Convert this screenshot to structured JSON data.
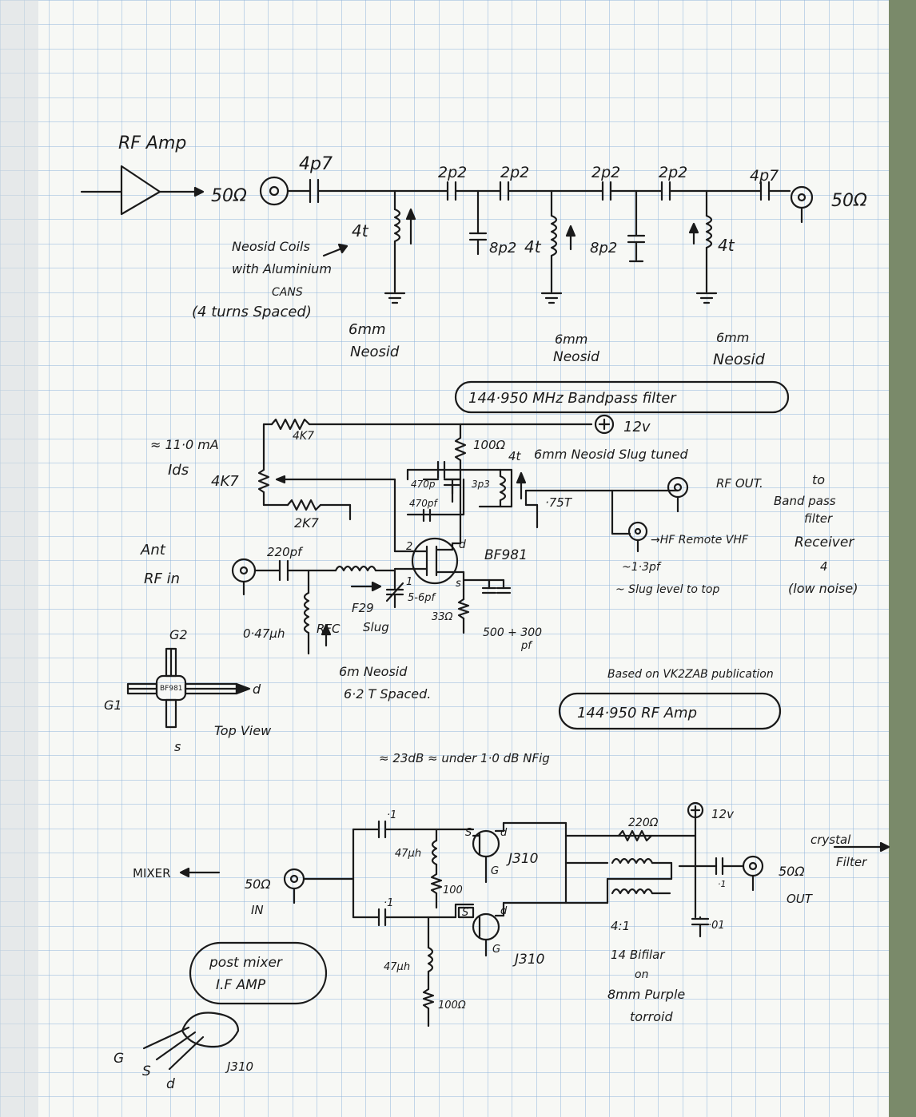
{
  "texts": {
    "rf_amp_title": "RF Amp",
    "bp_in_cap": "4p7",
    "bp_in_imp": "50Ω",
    "bp_cap_2p2_a": "2p2",
    "bp_cap_2p2_b": "2p2",
    "bp_cap_2p2_c": "2p2",
    "bp_cap_2p2_d": "2p2",
    "bp_out_cap": "4p7",
    "bp_out_imp": "50Ω",
    "coil1": "4t",
    "coil2": "4t",
    "coil3": "4t",
    "shunt_cap_1": "8p2",
    "shunt_cap_2": "8p2",
    "neosid_note_1": "Neosid Coils",
    "neosid_note_2": "with Aluminium",
    "neosid_note_3": "CANS",
    "neosid_note_4": "(4 turns Spaced)",
    "coil1_size": "6mm",
    "coil1_type": "Neosid",
    "coil2_size": "6mm",
    "coil2_type": "Neosid",
    "coil3_size": "6mm",
    "coil3_type": "Neosid",
    "bp_caption": "144·950 MHz Bandpass filter",
    "rfamp_12v": "12v",
    "r_4k7_top": "4K7",
    "ids_current": "≈ 11·0 mA",
    "ids_label": "Ids",
    "pot_4k7": "4K7",
    "r_2k7": "2K7",
    "r_100": "100Ω",
    "coil_tuned": "4t",
    "coil_tuned_note": "6mm Neosid Slug tuned",
    "c_470p_a": "470p",
    "c_3p3": "3p3",
    "c_470pf_b": "470pf",
    "tap_75t": "·75T",
    "rf_out": "RF OUT.",
    "to_label": "to",
    "bandpass_label": "Band pass",
    "filter_label": "filter",
    "hf_remote": "→HF Remote VHF",
    "receiver": "Receiver",
    "ant_label": "Ant",
    "rf_in_label": "RF in",
    "c_220pf": "220pf",
    "bf981": "BF981",
    "g2_pin": "2",
    "g1_pin": "1",
    "d_pin": "d",
    "s_pin": "s",
    "trimmer": "F29",
    "trimmer_val": "5-6pf",
    "slug_label": "Slug",
    "r_33": "33Ω",
    "c_500_300": "500 + 300",
    "c_pf": "pf",
    "rfc_val": "0·47μh",
    "rfc_label": "RFC",
    "coil_6m": "6m Neosid",
    "coil_62t": "6·2 T Spaced.",
    "c_13pf": "~1·3pf",
    "slug_level": "~ Slug level to top",
    "four": "4",
    "low_noise": "(low noise)",
    "pinout_g2": "G2",
    "pinout_g1": "G1",
    "pinout_chip": "BF981",
    "pinout_d": "d",
    "pinout_s": "s",
    "top_view": "Top View",
    "based_on": "Based on VK2ZAB publication",
    "rf_amp_caption": "144·950 RF Amp",
    "gain_note": "≈ 23dB ≈ under 1·0 dB NFig",
    "if_cap_top": "·1",
    "if_cap_bot": "·1",
    "if_ind_a": "47μh",
    "if_ind_b": "47μh",
    "if_r_a": "100",
    "if_r_b": "100Ω",
    "j310_a": "J310",
    "j310_b": "J310",
    "j_s_a": "S",
    "j_d_a": "d",
    "j_g_a": "G",
    "j_s_b": "S",
    "j_d_b": "d",
    "j_g_b": "G",
    "if_r_220": "220Ω",
    "if_12v": "12v",
    "if_c_01": "·1",
    "if_c_001": "·01",
    "if_out_imp": "50Ω",
    "if_out": "OUT",
    "crystal": "crystal",
    "filter_lbl": "Filter",
    "mixer": "MIXER",
    "if_in_imp": "50Ω",
    "if_in": "IN",
    "xfmr_ratio": "4:1",
    "xfmr_turns": "14 Bifilar",
    "xfmr_on": "on",
    "xfmr_core": "8mm Purple",
    "xfmr_toroid": "torroid",
    "post_mixer_1": "post mixer",
    "post_mixer_2": "I.F AMP",
    "pkg_j310": "J310",
    "pkg_g": "G",
    "pkg_s": "S",
    "pkg_d": "d"
  }
}
